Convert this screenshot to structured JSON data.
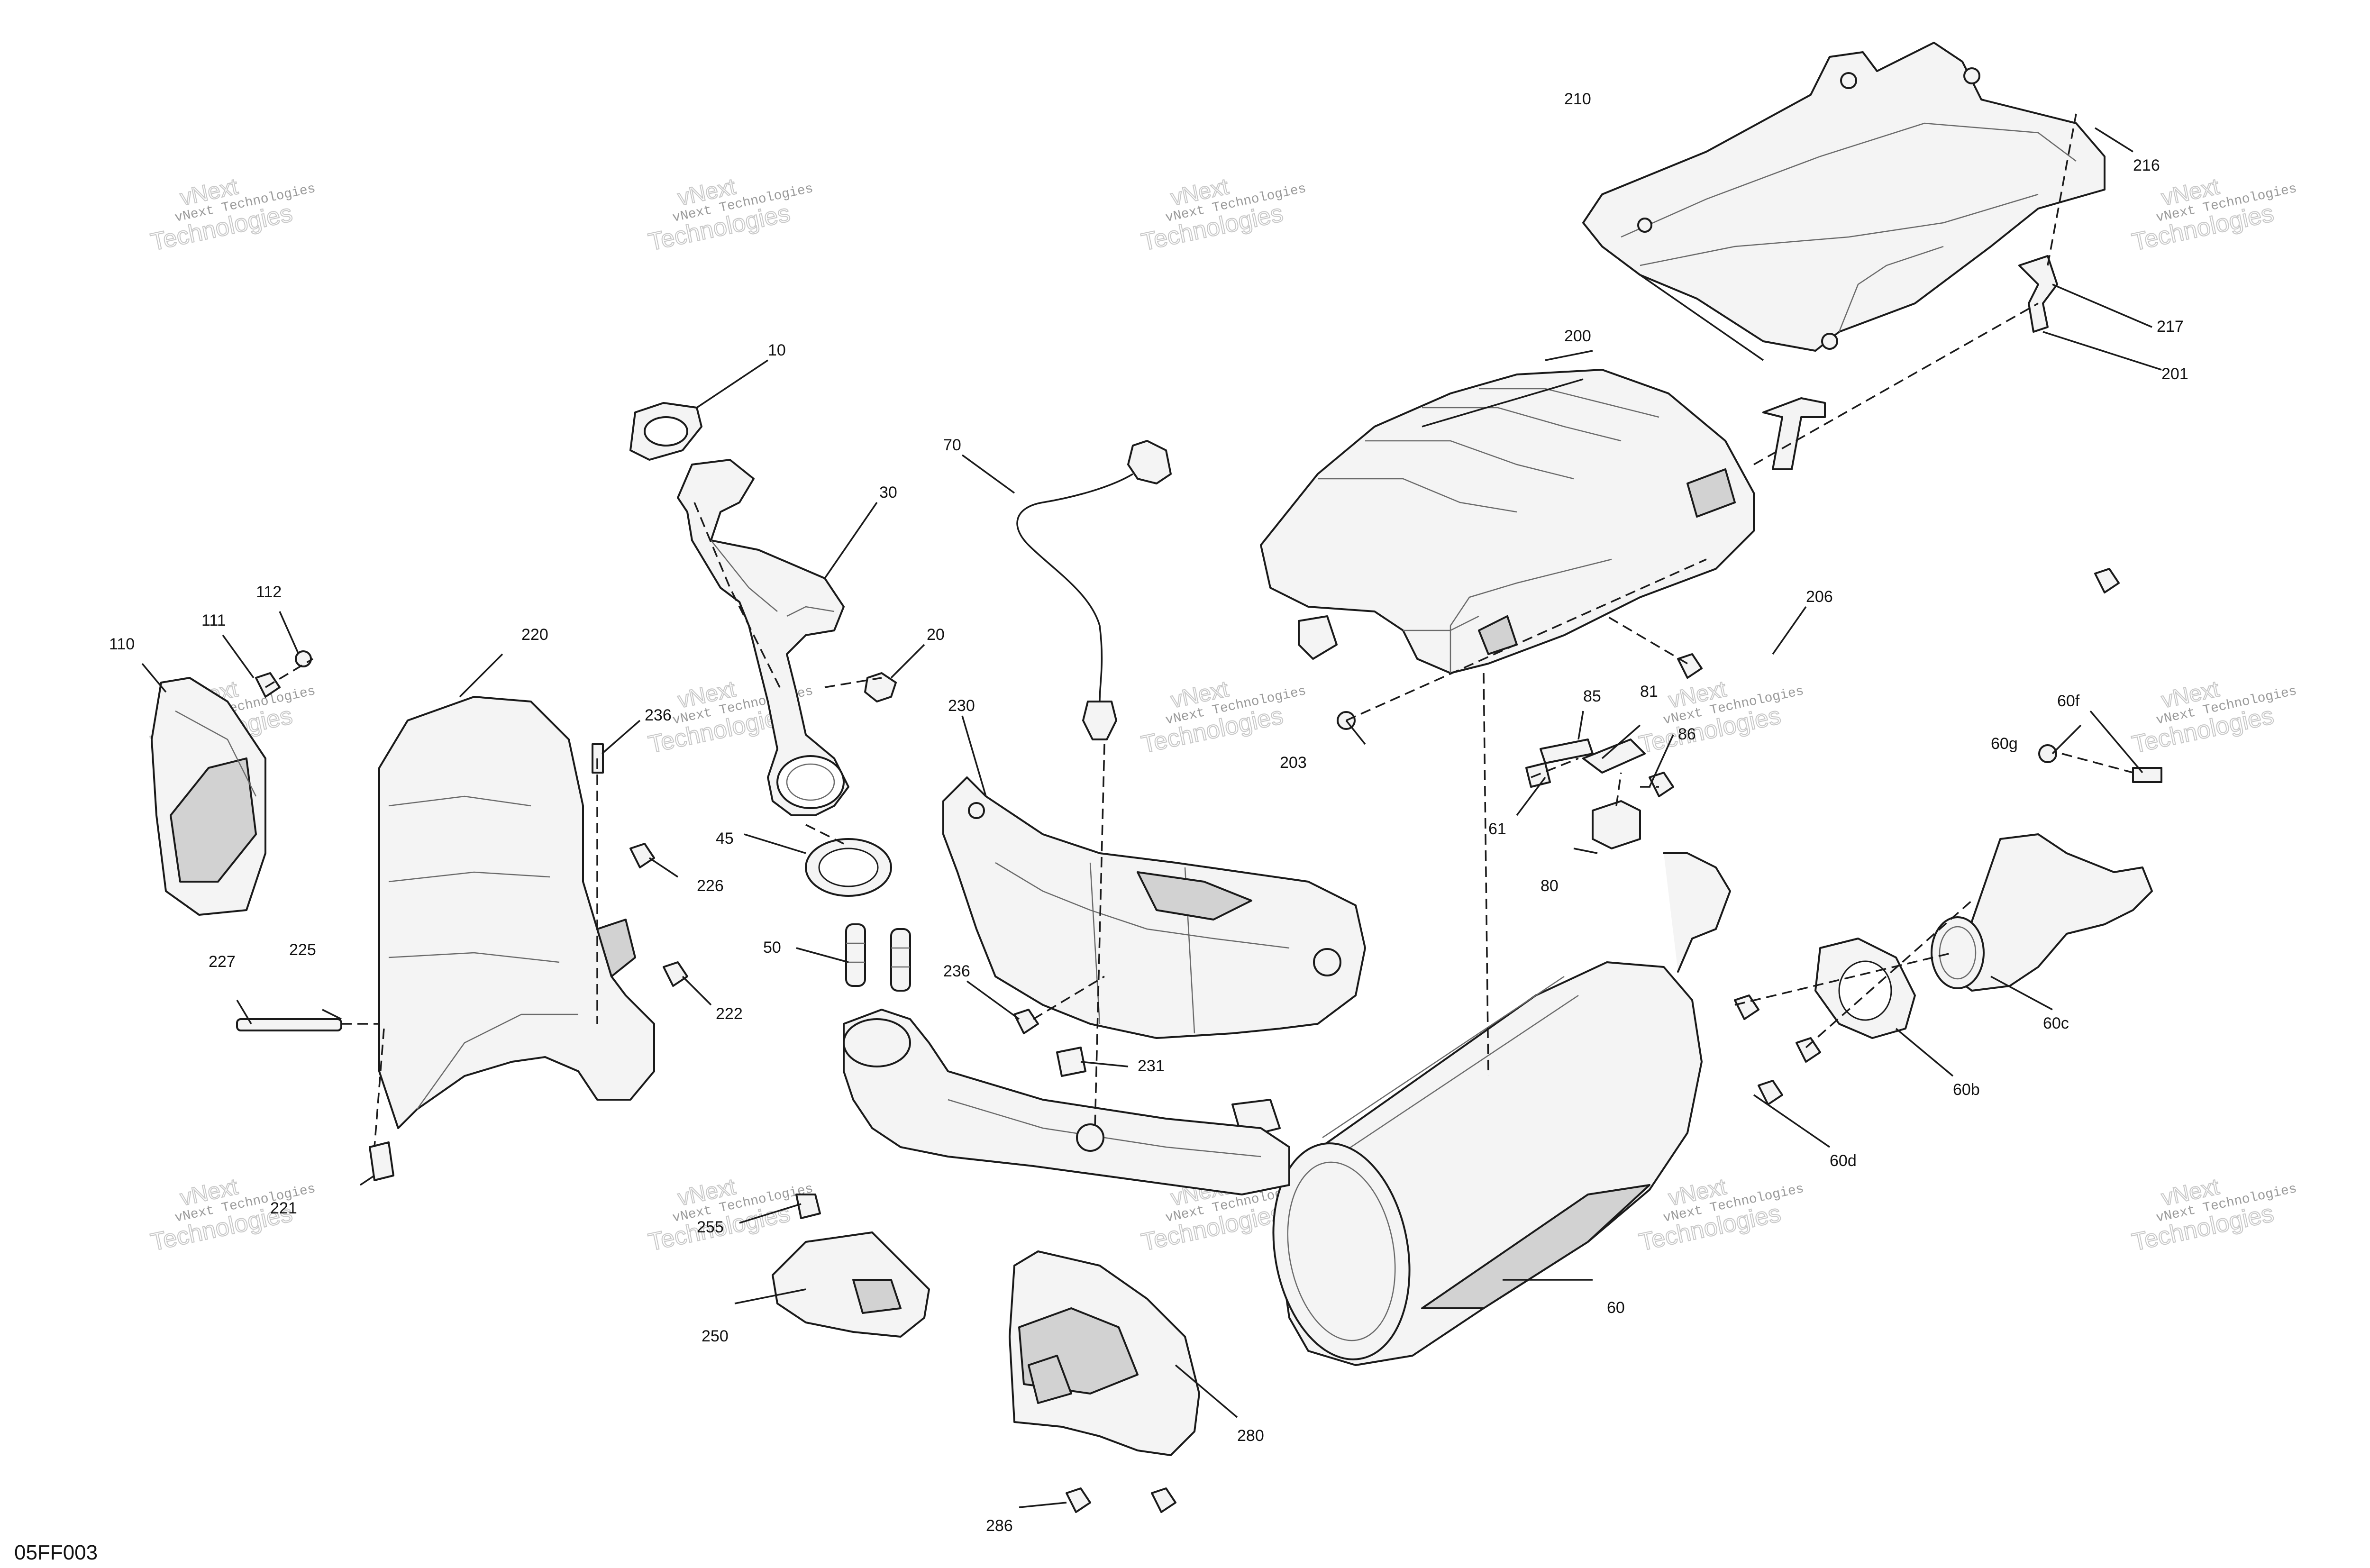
{
  "diagram_code": "05FF003",
  "watermark": {
    "line1": "vNext",
    "line2": "vNext Technologies",
    "line3": "Technologies"
  },
  "callouts": {
    "c10": "10",
    "c20": "20",
    "c30": "30",
    "c45": "45",
    "c50": "50",
    "c60": "60",
    "c60b": "60b",
    "c60c": "60c",
    "c60d": "60d",
    "c60f": "60f",
    "c60g": "60g",
    "c61": "61",
    "c70": "70",
    "c80": "80",
    "c81": "81",
    "c85": "85",
    "c86": "86",
    "c110": "110",
    "c111": "111",
    "c112": "112",
    "c200": "200",
    "c201": "201",
    "c203": "203",
    "c206": "206",
    "c210": "210",
    "c216": "216",
    "c217": "217",
    "c220": "220",
    "c221": "221",
    "c222": "222",
    "c225": "225",
    "c226": "226",
    "c227": "227",
    "c230": "230",
    "c231": "231",
    "c236a": "236",
    "c236b": "236",
    "c250": "250",
    "c255": "255",
    "c280": "280",
    "c286": "286"
  }
}
